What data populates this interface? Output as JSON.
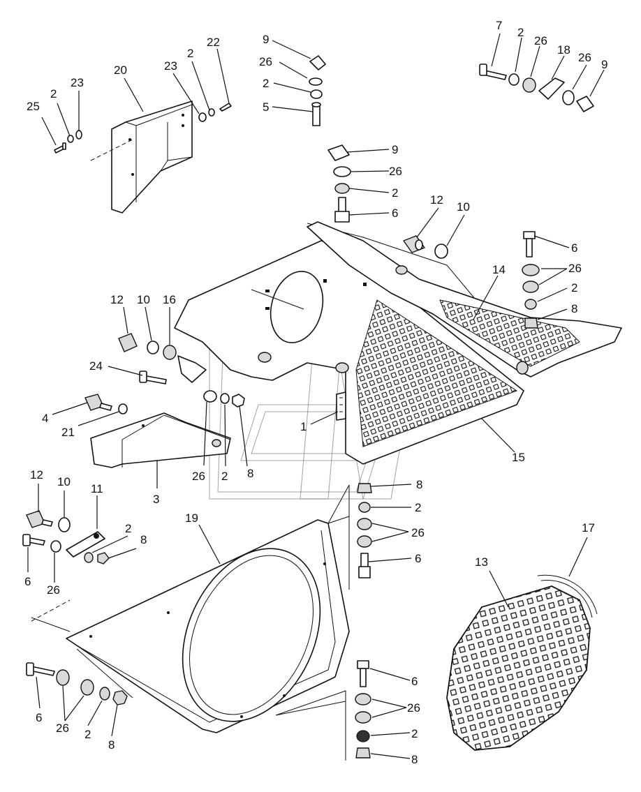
{
  "callouts": [
    {
      "id": "c01",
      "text": "25"
    },
    {
      "id": "c02",
      "text": "2"
    },
    {
      "id": "c03",
      "text": "23"
    },
    {
      "id": "c04",
      "text": "20"
    },
    {
      "id": "c05",
      "text": "23"
    },
    {
      "id": "c06",
      "text": "2"
    },
    {
      "id": "c07",
      "text": "22"
    },
    {
      "id": "c08",
      "text": "9"
    },
    {
      "id": "c09",
      "text": "26"
    },
    {
      "id": "c10",
      "text": "2"
    },
    {
      "id": "c11",
      "text": "5"
    },
    {
      "id": "c12",
      "text": "7"
    },
    {
      "id": "c13",
      "text": "2"
    },
    {
      "id": "c14",
      "text": "26"
    },
    {
      "id": "c15",
      "text": "18"
    },
    {
      "id": "c16",
      "text": "26"
    },
    {
      "id": "c17",
      "text": "9"
    },
    {
      "id": "c18",
      "text": "9"
    },
    {
      "id": "c19",
      "text": "26"
    },
    {
      "id": "c20",
      "text": "2"
    },
    {
      "id": "c21",
      "text": "6"
    },
    {
      "id": "c22",
      "text": "12"
    },
    {
      "id": "c23",
      "text": "10"
    },
    {
      "id": "c24",
      "text": "6"
    },
    {
      "id": "c25",
      "text": "26"
    },
    {
      "id": "c26",
      "text": "14"
    },
    {
      "id": "c27",
      "text": "2"
    },
    {
      "id": "c28",
      "text": "8"
    },
    {
      "id": "c29",
      "text": "12"
    },
    {
      "id": "c30",
      "text": "10"
    },
    {
      "id": "c31",
      "text": "16"
    },
    {
      "id": "c32",
      "text": "24"
    },
    {
      "id": "c33",
      "text": "4"
    },
    {
      "id": "c34",
      "text": "21"
    },
    {
      "id": "c35",
      "text": "1"
    },
    {
      "id": "c36",
      "text": "15"
    },
    {
      "id": "c37",
      "text": "26"
    },
    {
      "id": "c38",
      "text": "2"
    },
    {
      "id": "c39",
      "text": "8"
    },
    {
      "id": "c40",
      "text": "3"
    },
    {
      "id": "c41",
      "text": "8"
    },
    {
      "id": "c42",
      "text": "2"
    },
    {
      "id": "c43",
      "text": "26"
    },
    {
      "id": "c44",
      "text": "6"
    },
    {
      "id": "c45",
      "text": "12"
    },
    {
      "id": "c46",
      "text": "10"
    },
    {
      "id": "c47",
      "text": "11"
    },
    {
      "id": "c48",
      "text": "2"
    },
    {
      "id": "c49",
      "text": "8"
    },
    {
      "id": "c50",
      "text": "6"
    },
    {
      "id": "c51",
      "text": "26"
    },
    {
      "id": "c52",
      "text": "19"
    },
    {
      "id": "c53",
      "text": "17"
    },
    {
      "id": "c54",
      "text": "13"
    },
    {
      "id": "c55",
      "text": "6"
    },
    {
      "id": "c56",
      "text": "26"
    },
    {
      "id": "c57",
      "text": "2"
    },
    {
      "id": "c58",
      "text": "8"
    },
    {
      "id": "c59",
      "text": "6"
    },
    {
      "id": "c60",
      "text": "26"
    },
    {
      "id": "c61",
      "text": "2"
    },
    {
      "id": "c62",
      "text": "8"
    }
  ]
}
